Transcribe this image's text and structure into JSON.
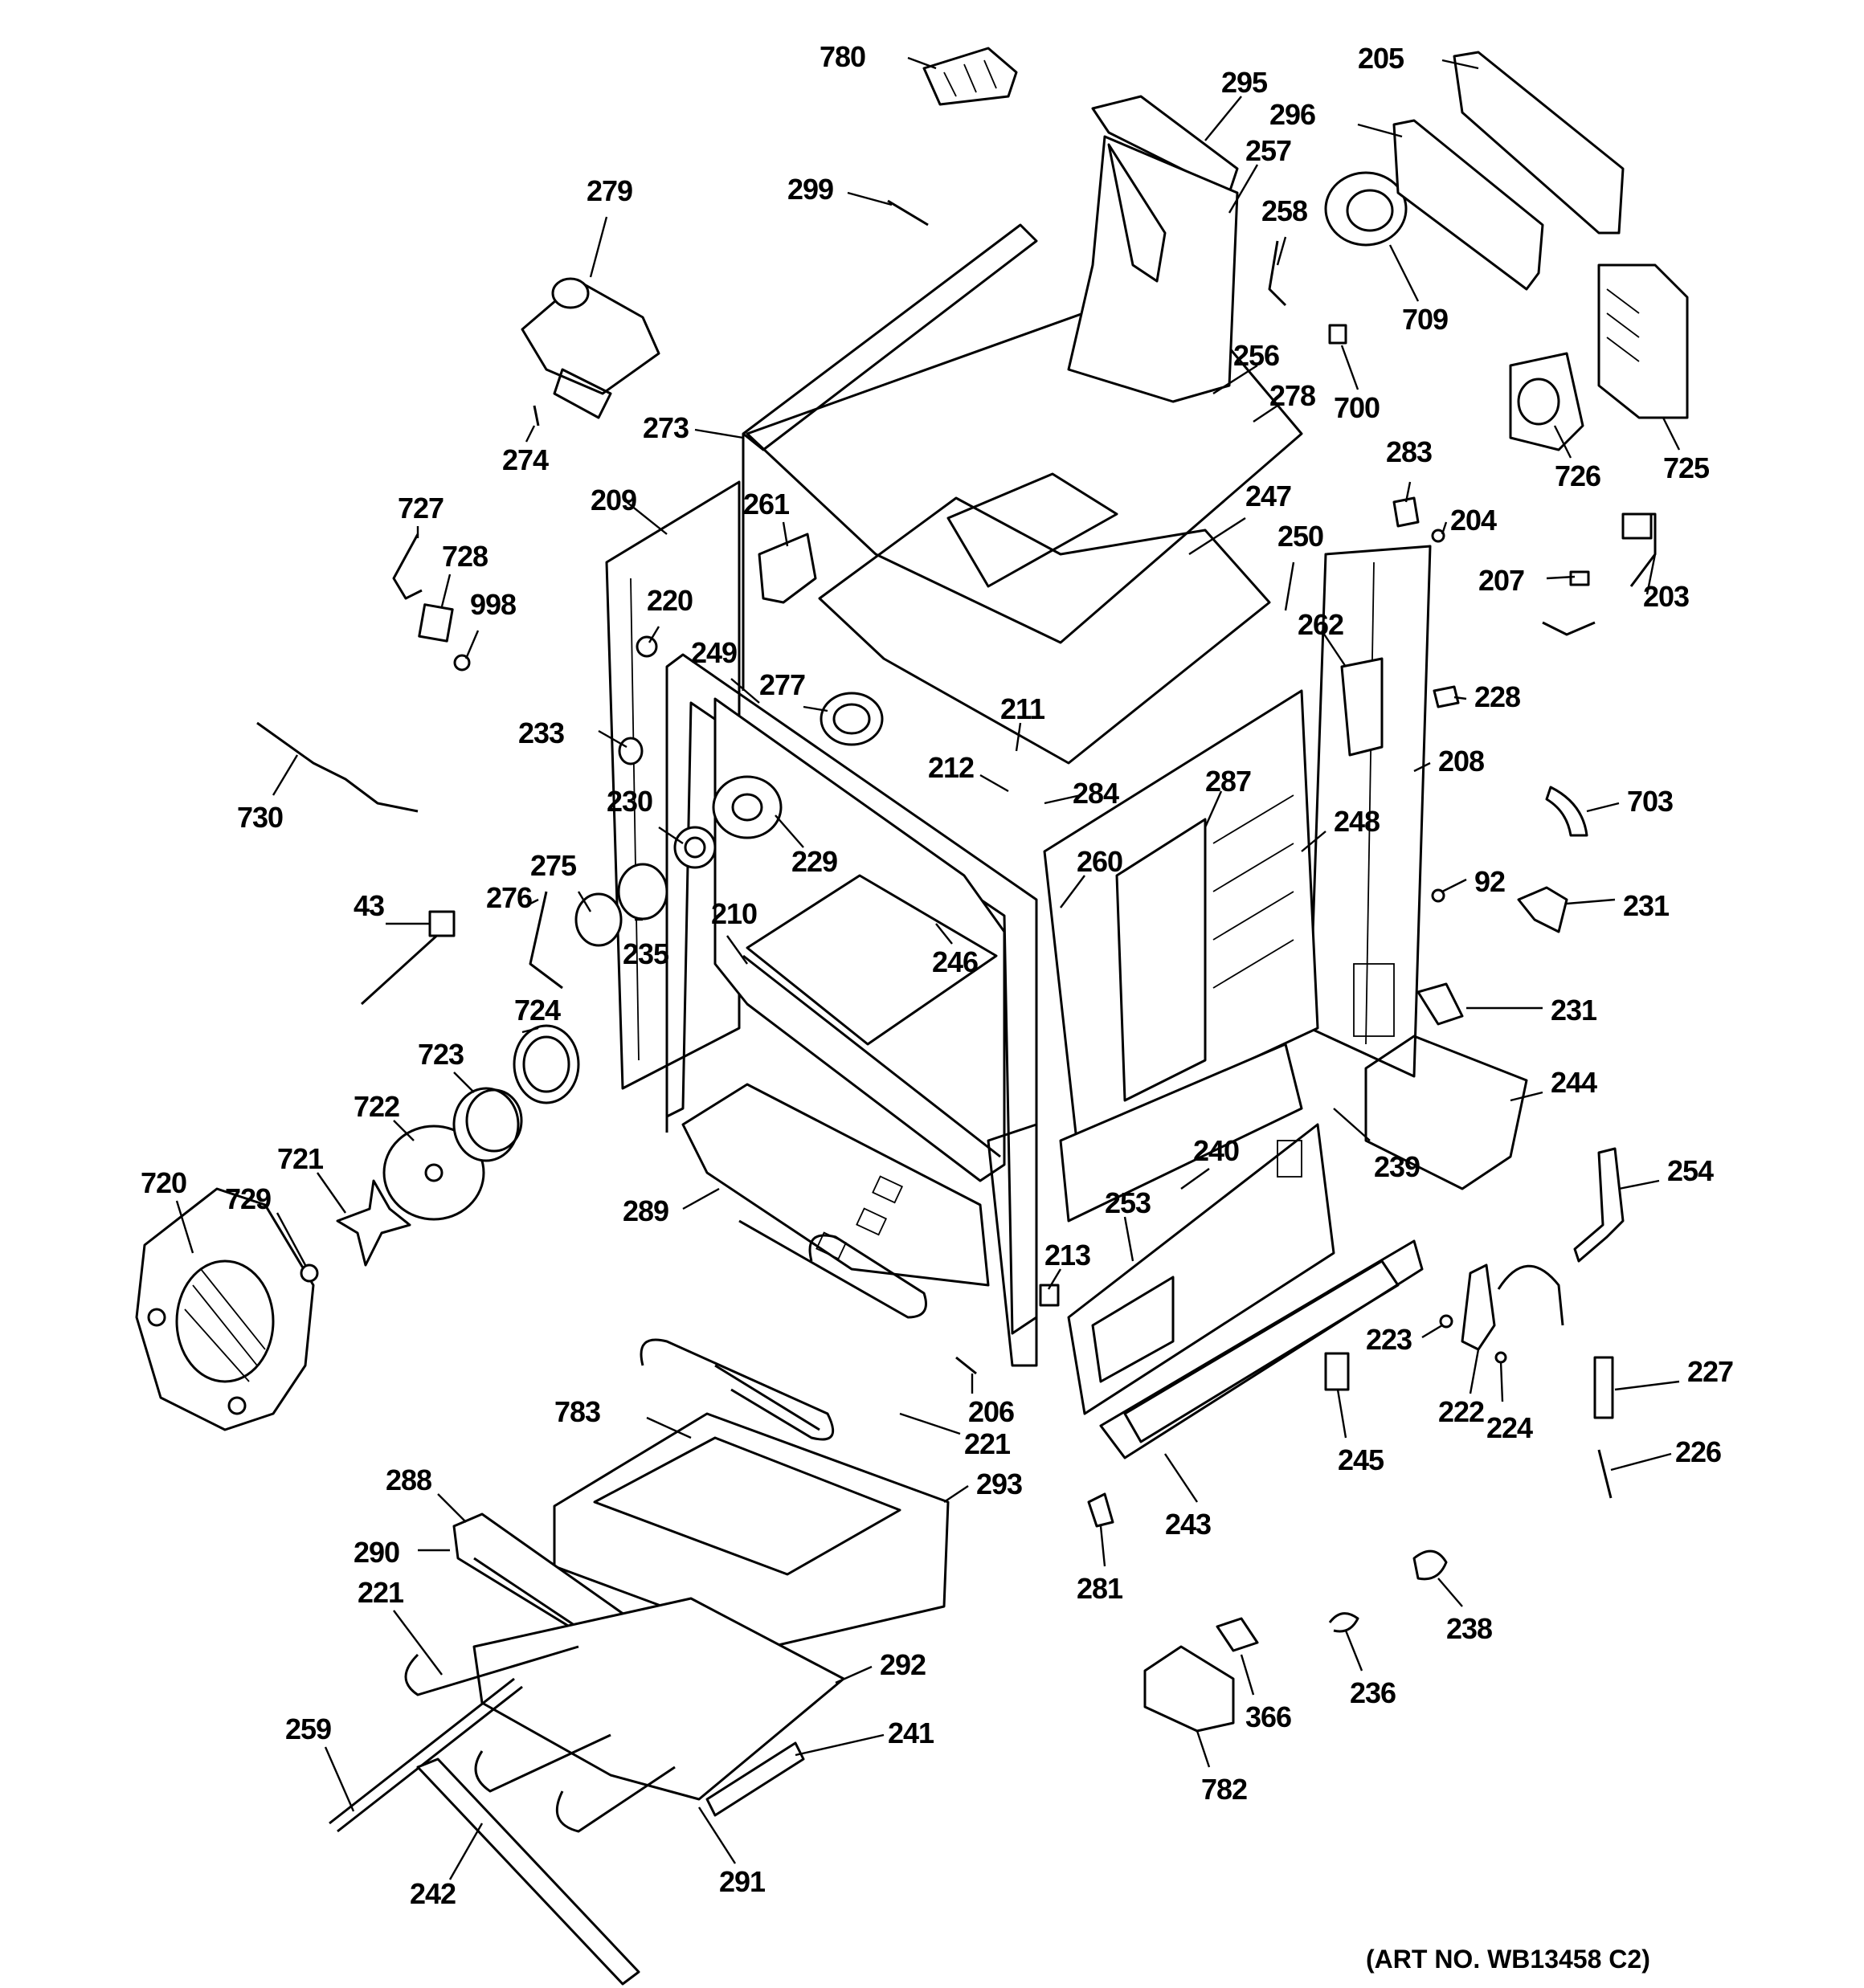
{
  "art_number": "(ART NO. WB13458 C2)",
  "callouts": {
    "c780": "780",
    "c295": "295",
    "c205": "205",
    "c296": "296",
    "c257": "257",
    "c279": "279",
    "c299": "299",
    "c258": "258",
    "c709": "709",
    "c256": "256",
    "c278": "278",
    "c700": "700",
    "c726": "726",
    "c725": "725",
    "c274": "274",
    "c273": "273",
    "c283": "283",
    "c204": "204",
    "c209": "209",
    "c261": "261",
    "c247": "247",
    "c250": "250",
    "c727": "727",
    "c728": "728",
    "c207": "207",
    "c203": "203",
    "c998": "998",
    "c220": "220",
    "c262": "262",
    "c249": "249",
    "c228": "228",
    "c277": "277",
    "c211": "211",
    "c233": "233",
    "c212": "212",
    "c208": "208",
    "c287": "287",
    "c284": "284",
    "c230": "230",
    "c703": "703",
    "c248": "248",
    "c730": "730",
    "c229": "229",
    "c260": "260",
    "c275": "275",
    "c92": "92",
    "c276": "276",
    "c43": "43",
    "c210": "210",
    "c231a": "231",
    "c235": "235",
    "c246": "246",
    "c724": "724",
    "c231b": "231",
    "c723": "723",
    "c244": "244",
    "c722": "722",
    "c240": "240",
    "c239": "239",
    "c721": "721",
    "c254": "254",
    "c720": "720",
    "c729": "729",
    "c289": "289",
    "c253": "253",
    "c213": "213",
    "c227": "227",
    "c223": "223",
    "c206": "206",
    "c222": "222",
    "c224": "224",
    "c783": "783",
    "c221a": "221",
    "c226": "226",
    "c245": "245",
    "c288": "288",
    "c293": "293",
    "c243": "243",
    "c290": "290",
    "c281": "281",
    "c221b": "221",
    "c238": "238",
    "c292": "292",
    "c366": "366",
    "c236": "236",
    "c259": "259",
    "c241": "241",
    "c782": "782",
    "c291": "291",
    "c242": "242"
  }
}
